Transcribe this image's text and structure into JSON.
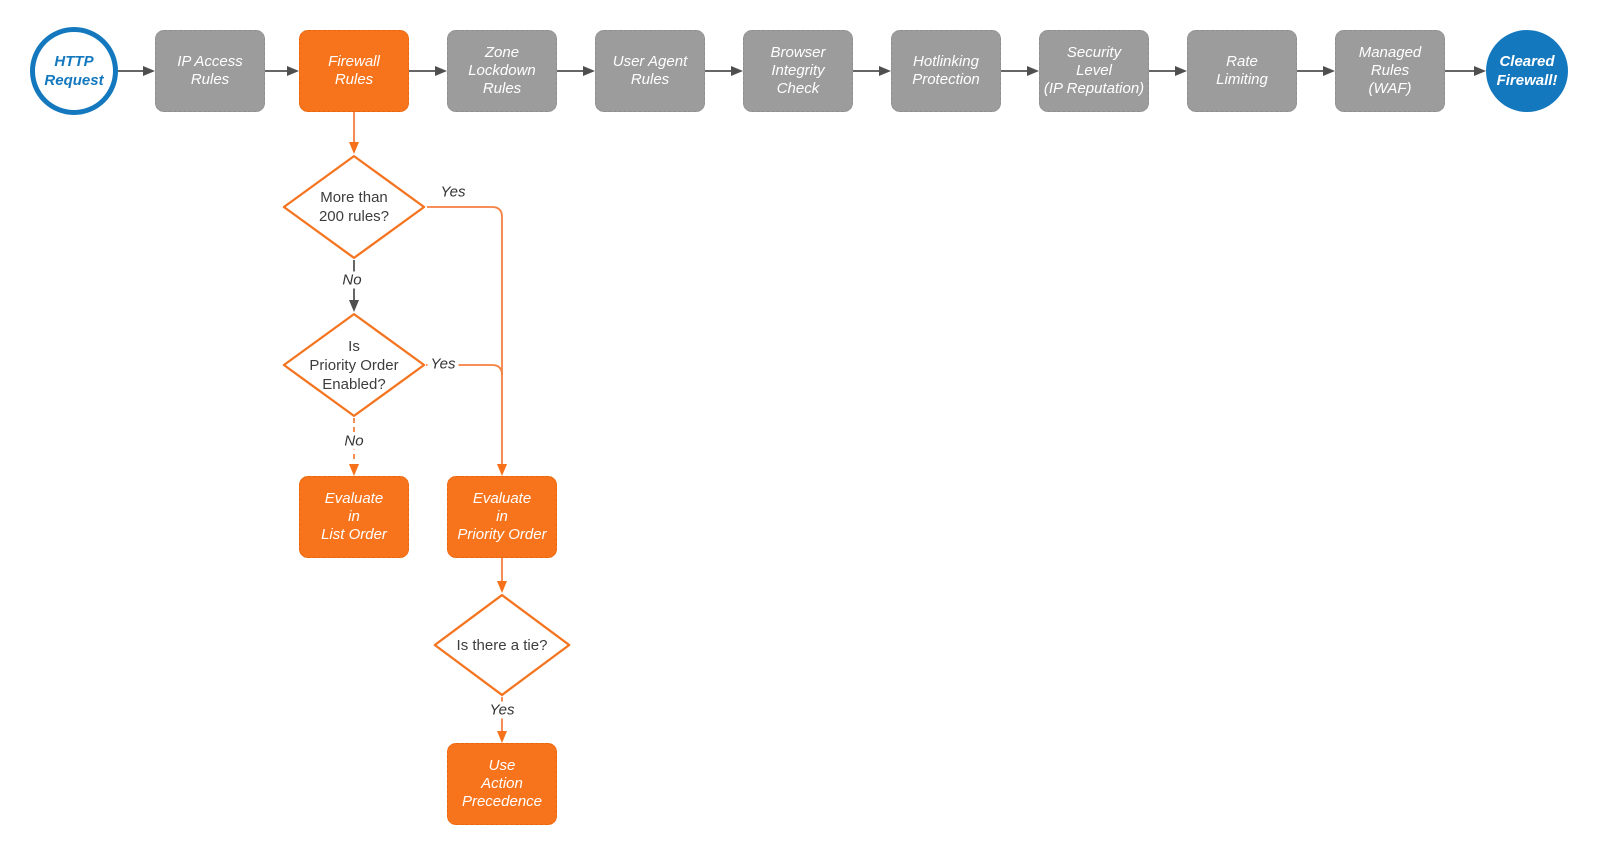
{
  "colors": {
    "stage_gray": "#9C9C9C",
    "stage_gray_border": "#8E8E8E",
    "accent_orange": "#F7741C",
    "accent_orange_border": "#E8660B",
    "brand_blue": "#1478BE",
    "line_gray": "#666666",
    "arrowhead_gray": "#4F4F4F",
    "line_orange": "#F58140",
    "arrowhead_orange": "#F6711A",
    "diamond_stroke": "#F4741F",
    "diamond_text": "#3D3D3D",
    "edge_label_text": "#333333",
    "canvas_bg": "#FFFFFF"
  },
  "pipeline": {
    "start": {
      "label": "HTTP\nRequest"
    },
    "stages": [
      {
        "id": "ip-access-rules",
        "label": "IP Access\nRules",
        "highlighted": false
      },
      {
        "id": "firewall-rules",
        "label": "Firewall\nRules",
        "highlighted": true
      },
      {
        "id": "zone-lockdown-rules",
        "label": "Zone\nLockdown\nRules",
        "highlighted": false
      },
      {
        "id": "user-agent-rules",
        "label": "User Agent\nRules",
        "highlighted": false
      },
      {
        "id": "browser-integrity-check",
        "label": "Browser\nIntegrity\nCheck",
        "highlighted": false
      },
      {
        "id": "hotlinking-protection",
        "label": "Hotlinking\nProtection",
        "highlighted": false
      },
      {
        "id": "security-level",
        "label": "Security\nLevel\n(IP Reputation)",
        "highlighted": false
      },
      {
        "id": "rate-limiting",
        "label": "Rate\nLimiting",
        "highlighted": false
      },
      {
        "id": "managed-rules-waf",
        "label": "Managed\nRules\n(WAF)",
        "highlighted": false
      }
    ],
    "end": {
      "label": "Cleared\nFirewall!"
    }
  },
  "firewall_branch": {
    "decision_200_rules": {
      "label": "More than\n200 rules?",
      "yes": "Yes",
      "no": "No"
    },
    "decision_priority_order": {
      "label": "Is\nPriority Order\nEnabled?",
      "yes": "Yes",
      "no": "No"
    },
    "evaluate_list_order": {
      "label": "Evaluate\nin\nList Order"
    },
    "evaluate_priority_order": {
      "label": "Evaluate\nin\nPriority Order"
    },
    "decision_tie": {
      "label": "Is there a tie?",
      "yes": "Yes"
    },
    "use_action_precedence": {
      "label": "Use\nAction\nPrecedence"
    }
  }
}
